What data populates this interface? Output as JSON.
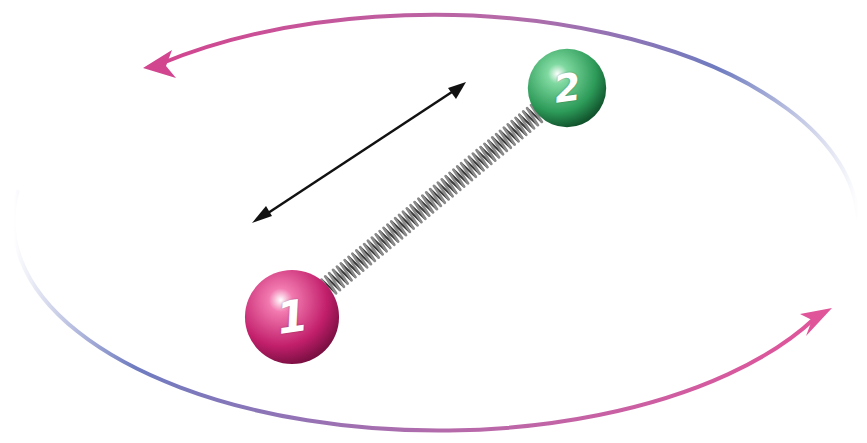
{
  "diagram": {
    "nodes": [
      {
        "text": [
          "1"
        ]
      },
      {
        "text": [
          "2"
        ]
      }
    ],
    "edges": [
      {
        "from": 0,
        "to": 1,
        "arrow": "none"
      }
    ]
  }
}
